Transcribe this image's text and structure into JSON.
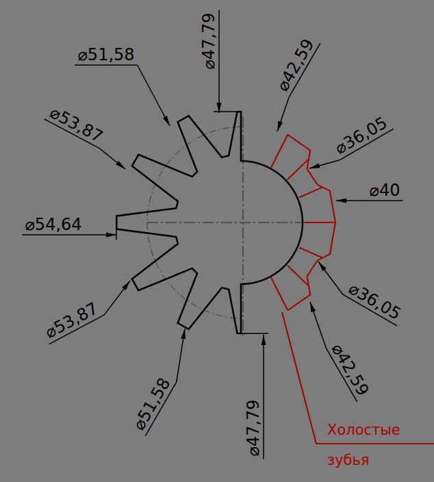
{
  "diagram": {
    "labels": [
      "⌀51,58",
      "⌀53,87",
      "⌀54,64",
      "⌀53,87",
      "⌀51,58",
      "⌀47,79",
      "⌀42,59",
      "⌀36,05",
      "⌀40",
      "⌀36,05",
      "⌀42,59",
      "⌀47,79",
      "Холостые зубья"
    ]
  }
}
